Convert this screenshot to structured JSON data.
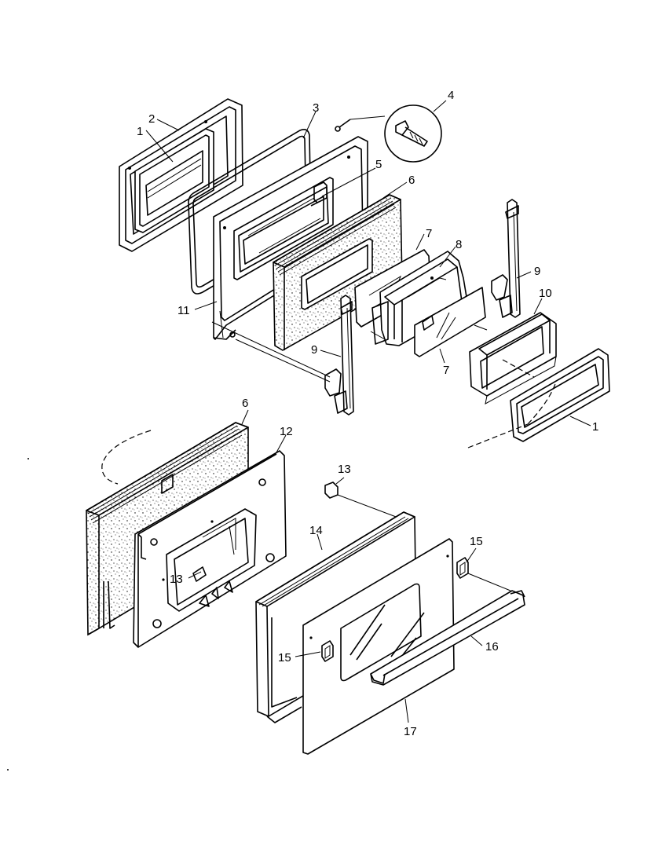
{
  "callouts": {
    "c1a": "1",
    "c2": "2",
    "c3": "3",
    "c4": "4",
    "c5": "5",
    "c6a": "6",
    "c7a": "7",
    "c8": "8",
    "c9a": "9",
    "c10": "10",
    "c11": "11",
    "c9b": "9",
    "c7b": "7",
    "c1b": "1",
    "c6b": "6",
    "c12": "12",
    "c13a": "13",
    "c13b": "13",
    "c14": "14",
    "c15a": "15",
    "c15b": "15",
    "c16": "16",
    "c17": "17"
  }
}
